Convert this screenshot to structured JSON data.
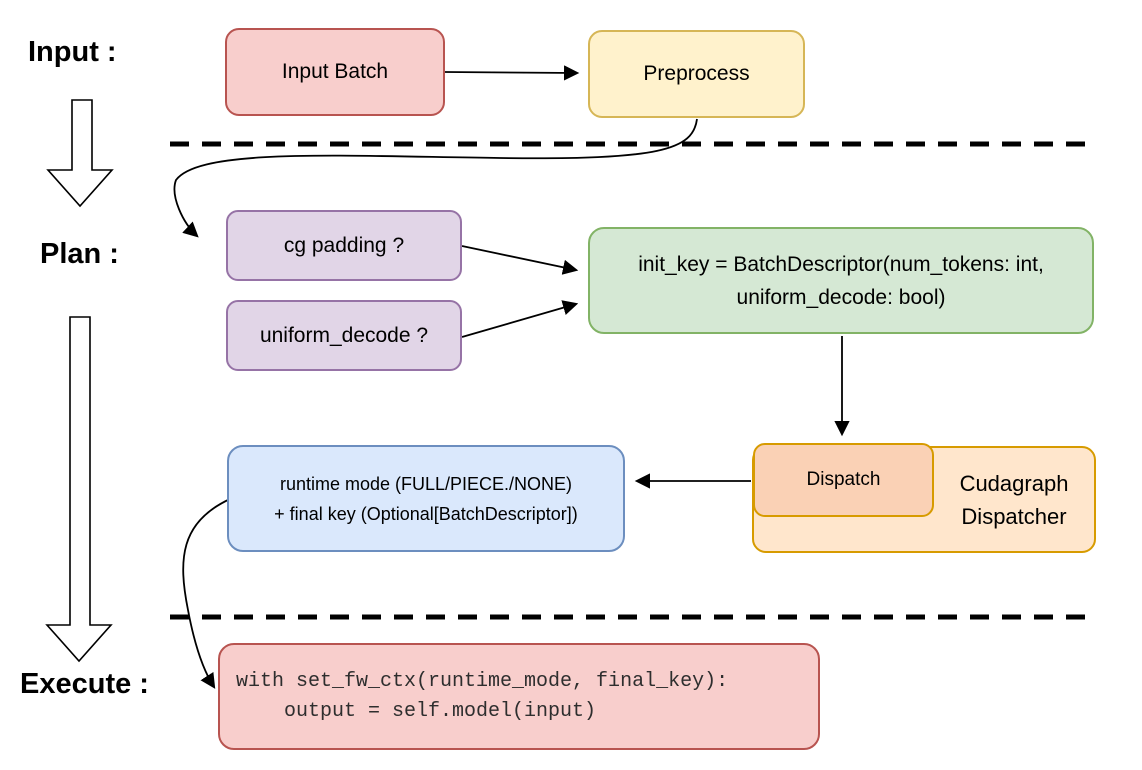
{
  "title": "Cudagraph dispatch flow diagram",
  "labels": {
    "input": "Input :",
    "plan": "Plan :",
    "execute": "Execute :"
  },
  "nodes": {
    "input_batch": {
      "label": "Input Batch",
      "fill": "#F8CECC",
      "border": "#B85450"
    },
    "preprocess": {
      "label": "Preprocess",
      "fill": "#FFF2CC",
      "border": "#D6B656"
    },
    "cg_padding": {
      "label": "cg padding ?",
      "fill": "#E1D5E7",
      "border": "#9673A6"
    },
    "uniform_decode": {
      "label": "uniform_decode ?",
      "fill": "#E1D5E7",
      "border": "#9673A6"
    },
    "init_key": {
      "line1": "init_key = BatchDescriptor(num_tokens: int,",
      "line2": "uniform_decode: bool)",
      "fill": "#D5E8D4",
      "border": "#82B366"
    },
    "dispatch": {
      "label": "Dispatch",
      "fill": "#FAD1B5",
      "border": "#D79B00"
    },
    "cudagraph_dispatcher": {
      "line1": "Cudagraph",
      "line2": "Dispatcher",
      "fill": "#FFE6CC",
      "border": "#D79B00"
    },
    "runtime_mode": {
      "line1": "runtime mode (FULL/PIECE./NONE)",
      "line2": "+ final key (Optional[BatchDescriptor])",
      "fill": "#DAE8FC",
      "border": "#6C8EBF"
    },
    "execute_code": {
      "line1": "with set_fw_ctx(runtime_mode, final_key):",
      "line2": "    output = self.model(input)",
      "fill": "#F8CECC",
      "border": "#B85450"
    }
  },
  "connector_color": "#000000"
}
